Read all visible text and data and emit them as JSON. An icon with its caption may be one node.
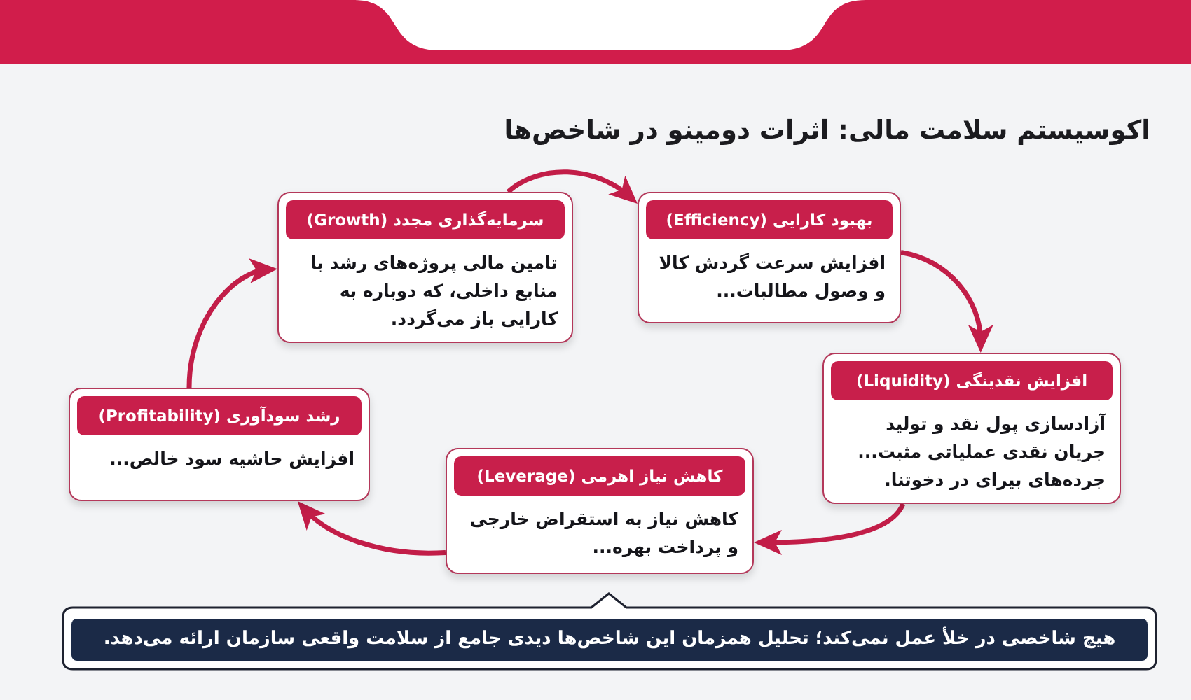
{
  "diagram": {
    "title": "اکوسیستم سلامت مالی: اثرات دومینو در شاخص‌ها",
    "nodes": [
      {
        "text": [
          "بهبود کارایی (Efficiency)",
          "افزایش سرعت گردش کالا و وصول مطالبات..."
        ]
      },
      {
        "text": [
          "سرمایه‌گذاری مجدد (Growth)",
          "تامین مالی پروژه‌های رشد با منابع داخلی، که دوباره به کارایی باز می‌گردد."
        ]
      },
      {
        "text": [
          "افزایش نقدینگی (Liquidity)",
          "آزادسازی پول نقد و تولید جریان نقدی عملیاتی مثبت... جرده‌های بیرای در دخوتنا."
        ]
      },
      {
        "text": [
          "رشد سودآوری (Profitability)",
          "افزایش حاشیه سود خالص..."
        ]
      },
      {
        "text": [
          "کاهش نیاز اهرمی (Leverage)",
          "کاهش نیاز به استقراض خارجی و پرداخت بهره..."
        ]
      },
      {
        "text": [
          "هیچ شاخصی در خلأ عمل نمی‌کند؛ تحلیل همزمان این شاخص‌ها دیدی جامع از سلامت واقعی سازمان ارائه می‌دهد."
        ]
      }
    ],
    "edges": [
      {
        "from": 1,
        "to": 0,
        "arrow": "to"
      },
      {
        "from": 0,
        "to": 2,
        "arrow": "to"
      },
      {
        "from": 2,
        "to": 4,
        "arrow": "to"
      },
      {
        "from": 4,
        "to": 3,
        "arrow": "to"
      },
      {
        "from": 3,
        "to": 1,
        "arrow": "to"
      }
    ]
  }
}
